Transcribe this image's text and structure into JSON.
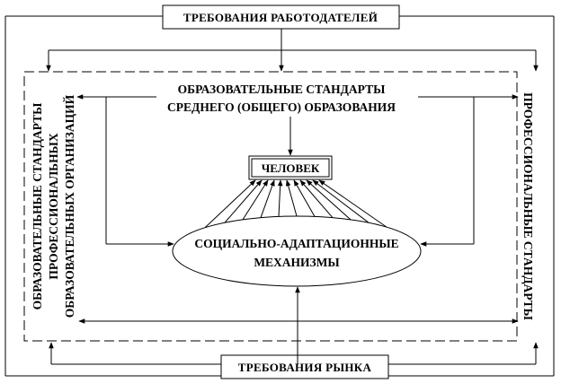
{
  "diagram": {
    "top_box": "ТРЕБОВАНИЯ РАБОТОДАТЕЛЕЙ",
    "bottom_box": "ТРЕБОВАНИЯ РЫНКА",
    "center_title_line1": "ОБРАЗОВАТЕЛЬНЫЕ СТАНДАРТЫ",
    "center_title_line2": "СРЕДНЕГО (ОБЩЕГО) ОБРАЗОВАНИЯ",
    "person_box": "ЧЕЛОВЕК",
    "ellipse_line1": "СОЦИАЛЬНО-АДАПТАЦИОННЫЕ",
    "ellipse_line2": "МЕХАНИЗМЫ",
    "left_vertical_line1": "ОБРАЗОВАТЕЛЬНЫЕ СТАНДАРТЫ",
    "left_vertical_line2": "ПРОФЕССИОНАЛЬНЫХ",
    "left_vertical_line3": "ОБРАЗОВАТЕЛЬНЫХ ОРГАНИЗАЦИЙ",
    "right_vertical": "ПРОФЕССИОНАЛЬНЫЕ СТАНДАРТЫ"
  }
}
